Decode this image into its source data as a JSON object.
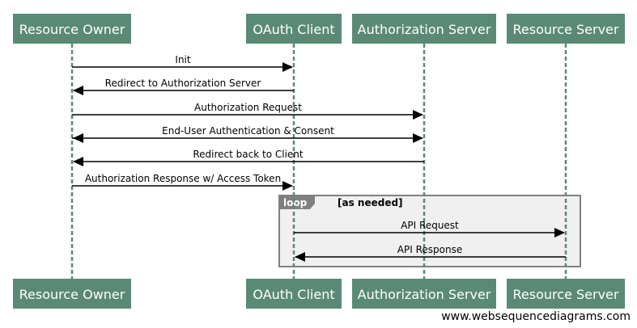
{
  "colors": {
    "actor_fill": "#5a8a75",
    "actor_text": "#ffffff",
    "lifeline": "#5a8a75",
    "arrow": "#000000",
    "loop_fill": "#f0f0f0",
    "loop_border": "#808080",
    "loop_tag_fill": "#808080"
  },
  "actors": [
    {
      "id": "owner",
      "label": "Resource Owner"
    },
    {
      "id": "client",
      "label": "OAuth Client"
    },
    {
      "id": "auth",
      "label": "Authorization Server"
    },
    {
      "id": "resource",
      "label": "Resource Server"
    }
  ],
  "messages": [
    {
      "from": "owner",
      "to": "client",
      "label": "Init"
    },
    {
      "from": "client",
      "to": "owner",
      "label": "Redirect to Authorization Server"
    },
    {
      "from": "owner",
      "to": "auth",
      "label": "Authorization Request"
    },
    {
      "from": "owner",
      "to": "auth",
      "label": "End-User Authentication & Consent",
      "bidirectional": true
    },
    {
      "from": "auth",
      "to": "owner",
      "label": "Redirect back to Client"
    },
    {
      "from": "owner",
      "to": "client",
      "label": "Authorization Response w/ Access Token"
    },
    {
      "from": "client",
      "to": "resource",
      "label": "API Request",
      "in_loop": true
    },
    {
      "from": "resource",
      "to": "client",
      "label": "API Response",
      "in_loop": true
    }
  ],
  "loop": {
    "tag": "loop",
    "guard": "[as needed]"
  },
  "watermark": "www.websequencediagrams.com"
}
